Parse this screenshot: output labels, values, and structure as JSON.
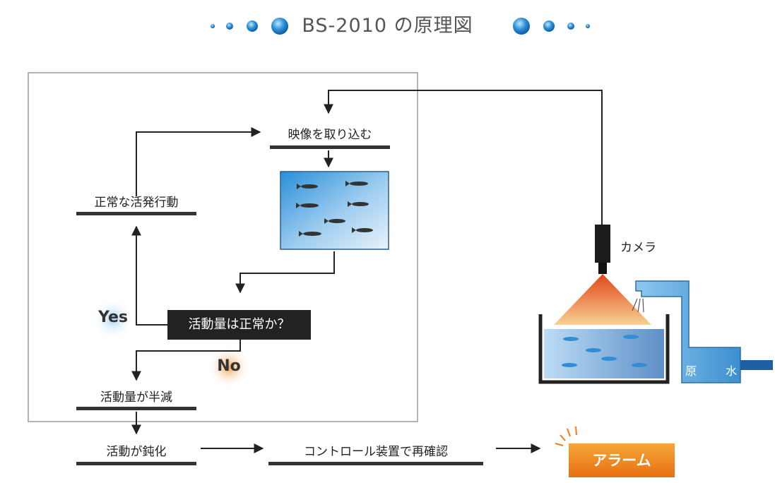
{
  "title": "BS-2010 の原理図",
  "steps": {
    "capture_image": "映像を取り込む",
    "normal_activity": "正常な活発行動",
    "activity_halved": "活動量が半減",
    "activity_dulled": "活動が鈍化",
    "reconfirm": "コントロール装置で再確認"
  },
  "decision": {
    "question": "活動量は正常か？",
    "yes": "Yes",
    "no": "No"
  },
  "equipment": {
    "camera": "カメラ",
    "raw_water": "原 水"
  },
  "alarm": "アラーム",
  "colors": {
    "bubble_blue": "#2e8fd6",
    "alarm_orange": "#ee7d1c",
    "water_blue": "#4fa0e0",
    "frame_gray": "#9a9a9a"
  }
}
